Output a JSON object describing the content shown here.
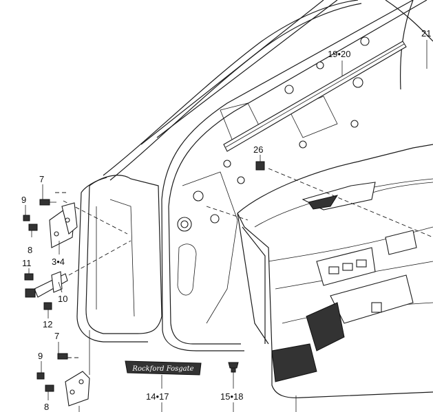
{
  "callouts": [
    {
      "id": "c21",
      "text": "21"
    },
    {
      "id": "c1920",
      "text": "19•20"
    },
    {
      "id": "c26",
      "text": "26"
    },
    {
      "id": "c7a",
      "text": "7"
    },
    {
      "id": "c9a",
      "text": "9"
    },
    {
      "id": "c8a",
      "text": "8"
    },
    {
      "id": "c34",
      "text": "3•4"
    },
    {
      "id": "c11",
      "text": "11"
    },
    {
      "id": "c10",
      "text": "10"
    },
    {
      "id": "c12",
      "text": "12"
    },
    {
      "id": "c7b",
      "text": "7"
    },
    {
      "id": "c9b",
      "text": "9"
    },
    {
      "id": "c8b",
      "text": "8"
    },
    {
      "id": "c1417",
      "text": "14•17"
    },
    {
      "id": "c1518",
      "text": "15•18"
    }
  ],
  "emblem_text": "Rockford Fosgate"
}
